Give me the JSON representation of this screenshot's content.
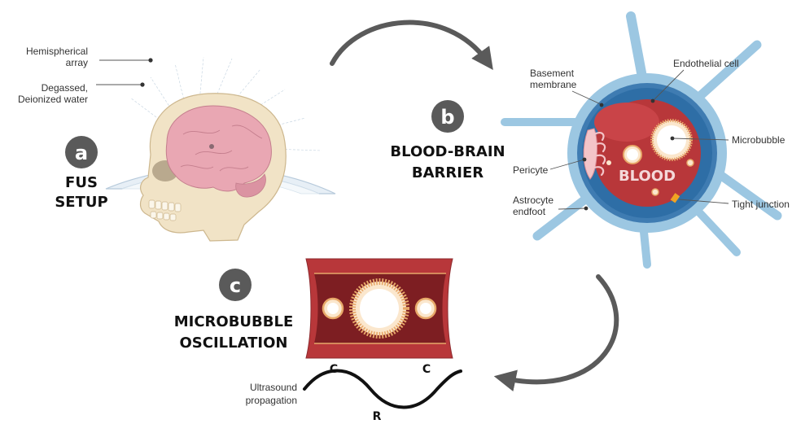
{
  "panel_a": {
    "badge": "a",
    "title_line1": "FUS",
    "title_line2": "SETUP",
    "label_array_1": "Hemispherical",
    "label_array_2": "array",
    "label_water_1": "Degassed,",
    "label_water_2": "Deionized water"
  },
  "panel_b": {
    "badge": "b",
    "title_line1": "BLOOD-BRAIN",
    "title_line2": "BARRIER",
    "label_basement_1": "Basement",
    "label_basement_2": "membrane",
    "label_endothelial": "Endothelial cell",
    "label_microbubble": "Microbubble",
    "label_pericyte": "Pericyte",
    "label_astrocyte_1": "Astrocyte",
    "label_astrocyte_2": "endfoot",
    "label_tight": "Tight junction",
    "vessel_text": "BLOOD"
  },
  "panel_c": {
    "badge": "c",
    "title_line1": "MICROBUBBLE",
    "title_line2": "OSCILLATION",
    "label_ultrasound_1": "Ultrasound",
    "label_ultrasound_2": "propagation",
    "label_c_left": "C",
    "label_c_right": "C",
    "label_r": "R"
  },
  "colors": {
    "badge": "#5a5a5a",
    "vessel_red": "#b8373a",
    "vessel_dark": "#7d1e22",
    "astrocyte_blue": "#9cc7e2",
    "endothelial_blue": "#2e6ea6",
    "skull": "#f1e3c6",
    "brain": "#e9a7b3",
    "arrow": "#555555"
  }
}
